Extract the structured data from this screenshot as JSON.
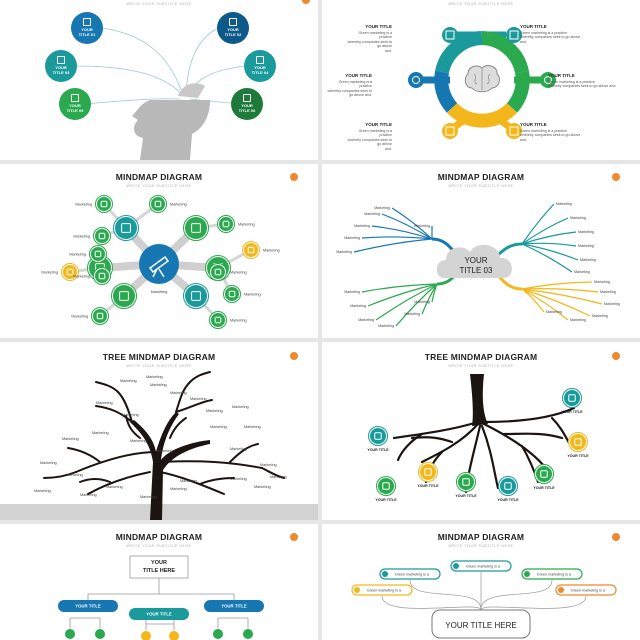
{
  "colors": {
    "teal": "#1a9a9a",
    "blue": "#1677b3",
    "green": "#2aa94f",
    "darkgreen": "#1d7a3b",
    "yellow": "#f3b71c",
    "orange": "#f0882d",
    "navy": "#0d5a8a",
    "tree": "#1c1410",
    "gray": "#b0b0b0"
  },
  "subtitle": "WRITE YOUR SUBTITLE HERE",
  "s1": {
    "nodes": [
      {
        "label": "YOUR\nTITLE 01",
        "icon": "document-icon"
      },
      {
        "label": "YOUR\nTITLE 02",
        "icon": "monitor-icon"
      },
      {
        "label": "YOUR\nTITLE 03",
        "icon": "people-icon"
      },
      {
        "label": "YOUR\nTITLE 04",
        "icon": "chart-icon"
      },
      {
        "label": "YOUR\nTITLE 05",
        "icon": "gear-icon"
      },
      {
        "label": "YOUR\nTITLE 06",
        "icon": "chat-icon"
      }
    ]
  },
  "s2": {
    "items": [
      {
        "title": "YOUR TITLE",
        "text": "Green marketing is a practice\nwhereby companies seek to go above\nand."
      },
      {
        "title": "YOUR TITLE",
        "text": "Green marketing is a practice\nwhereby companies seek to go above\nand."
      },
      {
        "title": "YOUR TITLE",
        "text": "Green marketing is a practice\nwhereby companies seek to go above and."
      },
      {
        "title": "YOUR TITLE",
        "text": "Green marketing is a practice\nwhereby companies seek to go above and."
      },
      {
        "title": "YOUR TITLE",
        "text": "Green marketing is a practice\nwhereby companies seek to go above\nand."
      },
      {
        "title": "YOUR TITLE",
        "text": "Green marketing is a practice\nwhereby companies seek to go above\nand."
      }
    ]
  },
  "s3": {
    "title": "MINDMAP DIAGRAM",
    "label": "Marketing"
  },
  "s4": {
    "title": "MINDMAP DIAGRAM",
    "center": "YOUR\nTITLE 03",
    "label": "Marketing"
  },
  "s5": {
    "title": "TREE MINDMAP DIAGRAM",
    "label": "Marketing"
  },
  "s6": {
    "title": "TREE MINDMAP DIAGRAM",
    "node_label": "YOUR TITLE"
  },
  "s7": {
    "title": "MINDMAP DIAGRAM",
    "top": "YOUR\nTITLE HERE",
    "branch": "YOUR TITLE"
  },
  "s8": {
    "title": "MINDMAP DIAGRAM",
    "center": "YOUR TITLE HERE",
    "pill": "Green marketing is a"
  }
}
